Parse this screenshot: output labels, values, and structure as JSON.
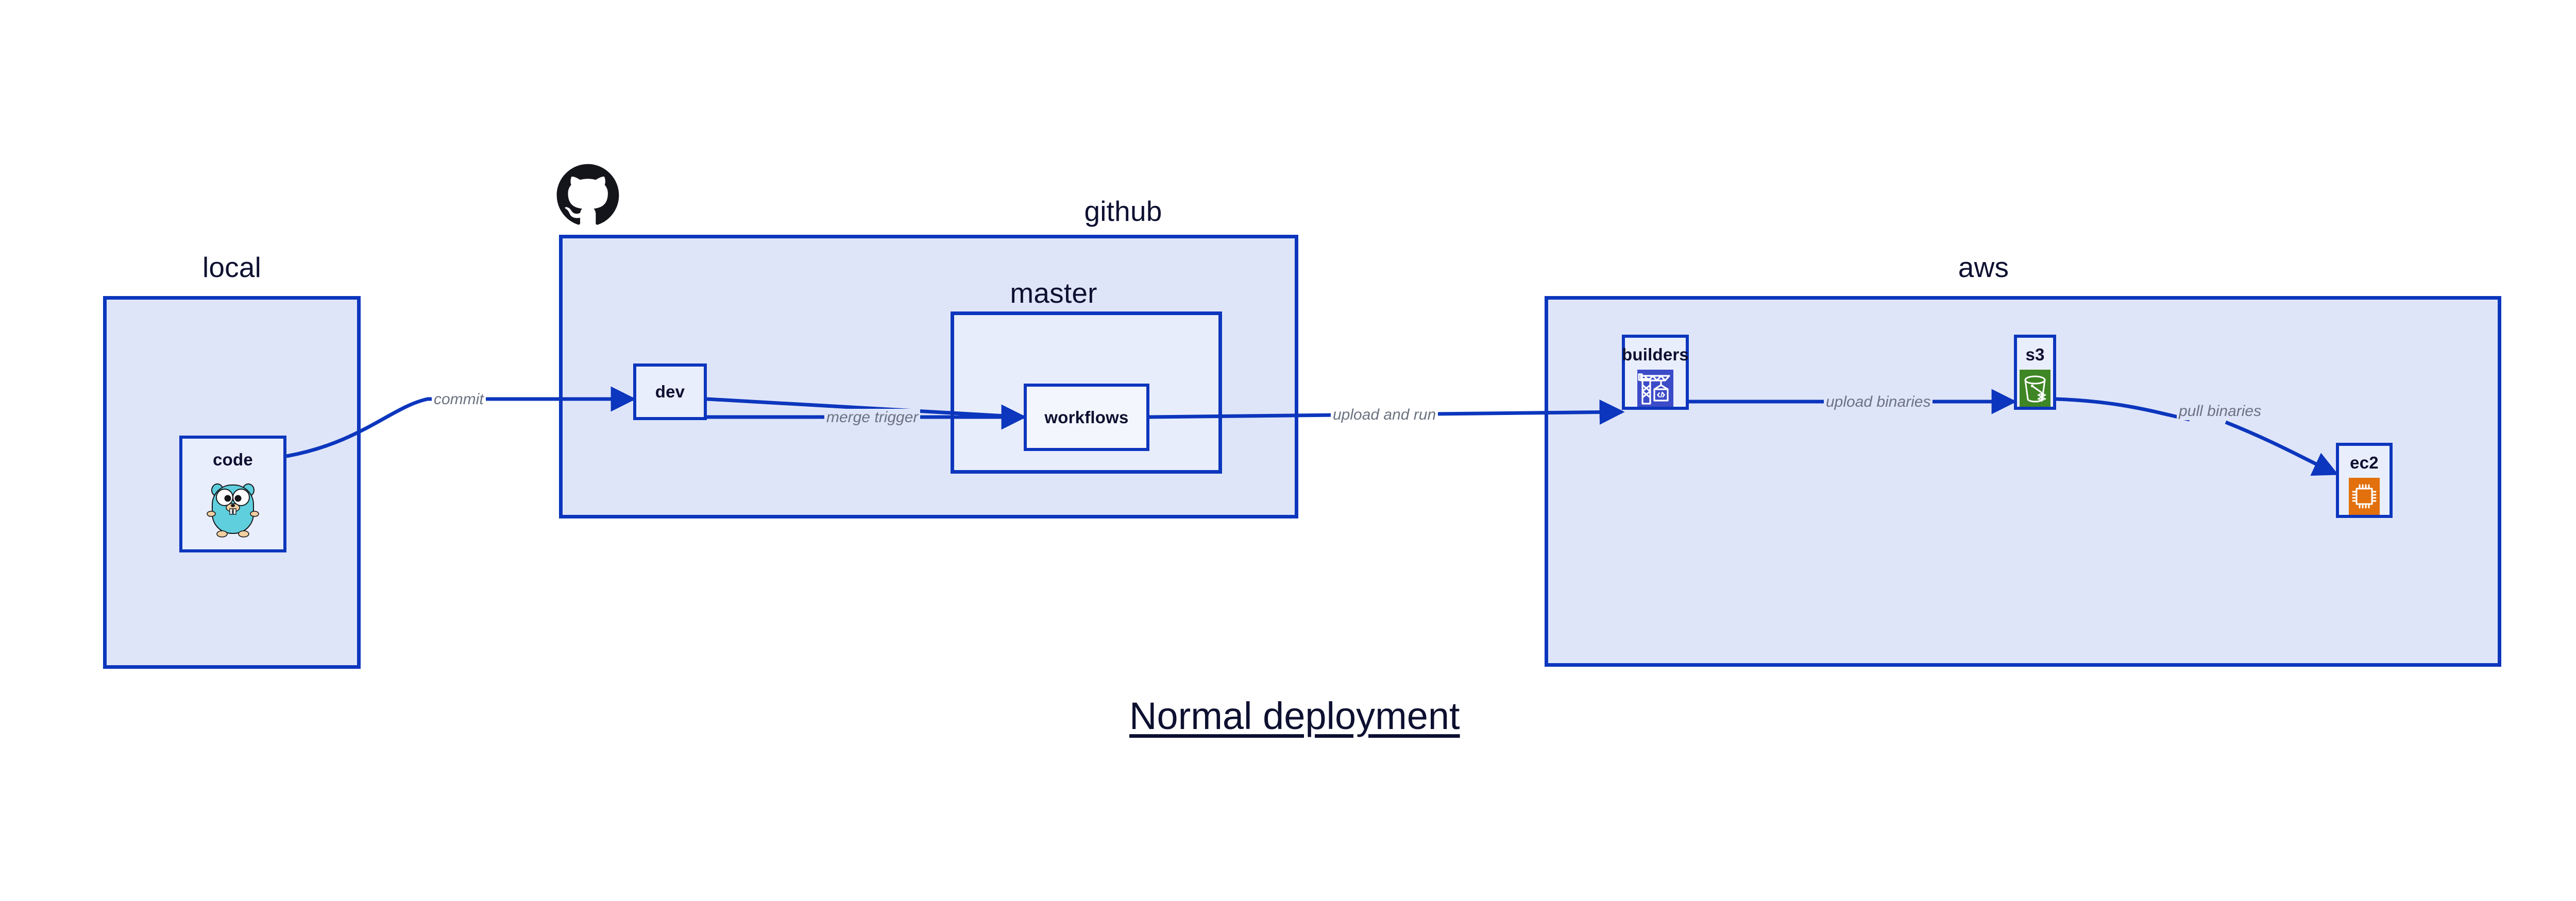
{
  "title": "Normal deployment",
  "colors": {
    "border": "#0c36bd",
    "container_fill": "#dfe5f9",
    "nested_fill": "#e8edfb",
    "node_fill": "#e9eefc",
    "node_fill_light": "#f4f6fd",
    "label_text": "#0d1030",
    "edge_label_text": "#6b7280",
    "edge_line": "#0c36bd",
    "codebuild_icon_bg": "#3c4bc8",
    "s3_icon_bg": "#3f8624",
    "ec2_icon_bg": "#e2700c",
    "gopher_body": "#5fcfdd",
    "github_logo": "#14141b",
    "page_background": "#ffffff"
  },
  "containers": [
    {
      "id": "local",
      "label": "local"
    },
    {
      "id": "github",
      "label": "github"
    },
    {
      "id": "master",
      "label": "master"
    },
    {
      "id": "aws",
      "label": "aws"
    }
  ],
  "nodes": [
    {
      "id": "code",
      "label": "code",
      "icon": "go-gopher-icon",
      "parent": "local"
    },
    {
      "id": "dev",
      "label": "dev",
      "icon": null,
      "parent": "github"
    },
    {
      "id": "workflows",
      "label": "workflows",
      "icon": null,
      "parent": "master"
    },
    {
      "id": "builders",
      "label": "builders",
      "icon": "aws-codebuild-icon",
      "parent": "aws"
    },
    {
      "id": "s3",
      "label": "s3",
      "icon": "aws-s3-glacier-icon",
      "parent": "aws"
    },
    {
      "id": "ec2",
      "label": "ec2",
      "icon": "aws-ec2-icon",
      "parent": "aws"
    }
  ],
  "edges": [
    {
      "id": "commit",
      "label": "commit",
      "from": "code",
      "to": "dev"
    },
    {
      "id": "merge-trigger",
      "label": "merge trigger",
      "from": "dev",
      "to": "workflows"
    },
    {
      "id": "upload-and-run",
      "label": "upload and run",
      "from": "workflows",
      "to": "builders"
    },
    {
      "id": "upload-binaries",
      "label": "upload binaries",
      "from": "builders",
      "to": "s3"
    },
    {
      "id": "pull-binaries",
      "label": "pull binaries",
      "from": "s3",
      "to": "ec2"
    }
  ],
  "logos": [
    {
      "id": "github-logo",
      "name": "github-octocat-icon",
      "attached_to": "github"
    }
  ]
}
